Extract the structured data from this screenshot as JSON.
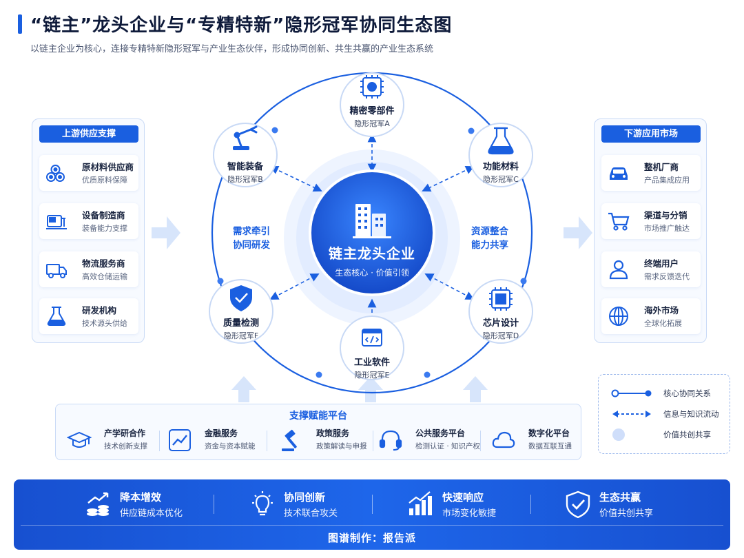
{
  "title": "“链主”龙头企业与“专精特新”隐形冠军协同生态图",
  "subtitle": "以链主企业为核心，连接专精特新隐形冠军与产业生态伙伴，形成协同创新、共生共赢的产业生态系统",
  "upstream": {
    "heading": "上游供应支撑",
    "items": [
      {
        "name": "原材料供应商",
        "desc": "优质原料保障",
        "icon": "pipes-icon"
      },
      {
        "name": "设备制造商",
        "desc": "装备能力支撑",
        "icon": "machine-icon"
      },
      {
        "name": "物流服务商",
        "desc": "高效仓储运输",
        "icon": "truck-icon"
      },
      {
        "name": "研发机构",
        "desc": "技术源头供给",
        "icon": "flask-icon"
      }
    ]
  },
  "downstream": {
    "heading": "下游应用市场",
    "items": [
      {
        "name": "整机厂商",
        "desc": "产品集成应用",
        "icon": "car-icon"
      },
      {
        "name": "渠道与分销",
        "desc": "市场推广触达",
        "icon": "cart-icon"
      },
      {
        "name": "终端用户",
        "desc": "需求反馈迭代",
        "icon": "user-icon"
      },
      {
        "name": "海外市场",
        "desc": "全球化拓展",
        "icon": "globe-icon"
      }
    ]
  },
  "center": {
    "name": "链主龙头企业",
    "desc": "生态核心 · 价值引领",
    "icon": "building-icon"
  },
  "champions": [
    {
      "key": "A",
      "name": "精密零部件",
      "tag": "隐形冠军A",
      "icon": "chip-gear-icon"
    },
    {
      "key": "B",
      "name": "智能装备",
      "tag": "隐形冠军B",
      "icon": "robot-arm-icon"
    },
    {
      "key": "C",
      "name": "功能材料",
      "tag": "隐形冠军C",
      "icon": "flask-icon"
    },
    {
      "key": "D",
      "name": "芯片设计",
      "tag": "隐形冠军D",
      "icon": "chip-icon"
    },
    {
      "key": "E",
      "name": "工业软件",
      "tag": "隐形冠军E",
      "icon": "code-window-icon"
    },
    {
      "key": "F",
      "name": "质量检测",
      "tag": "隐形冠军F",
      "icon": "shield-check-icon"
    }
  ],
  "mid_left": {
    "line1": "需求牵引",
    "line2": "协同研发"
  },
  "mid_right": {
    "line1": "资源整合",
    "line2": "能力共享"
  },
  "support": {
    "heading": "支撑赋能平台",
    "items": [
      {
        "name": "产学研合作",
        "desc": "技术创新支撑",
        "icon": "graduation-cap-icon"
      },
      {
        "name": "金融服务",
        "desc": "资金与资本赋能",
        "icon": "chart-line-icon"
      },
      {
        "name": "政策服务",
        "desc": "政策解读与申报",
        "icon": "gavel-icon"
      },
      {
        "name": "公共服务平台",
        "desc": "检测认证 · 知识产权",
        "icon": "headset-icon"
      },
      {
        "name": "数字化平台",
        "desc": "数据互联互通",
        "icon": "cloud-icon"
      }
    ]
  },
  "legend": [
    {
      "label": "核心协同关系",
      "icon": "solid-line-dots"
    },
    {
      "label": "信息与知识流动",
      "icon": "dashed-double-arrow"
    },
    {
      "label": "价值共创共享",
      "icon": "light-circle"
    }
  ],
  "benefits": [
    {
      "name": "降本增效",
      "desc": "供应链成本优化",
      "icon": "coins-growth-icon"
    },
    {
      "name": "协同创新",
      "desc": "技术联合攻关",
      "icon": "lightbulb-icon"
    },
    {
      "name": "快速响应",
      "desc": "市场变化敏捷",
      "icon": "bar-growth-icon"
    },
    {
      "name": "生态共赢",
      "desc": "价值共创共享",
      "icon": "shield-check-icon"
    }
  ],
  "footer": "图谱制作：报告派",
  "colors": {
    "primary": "#1a5fe0",
    "light": "#e6efff",
    "dark": "#0e1a3a"
  }
}
